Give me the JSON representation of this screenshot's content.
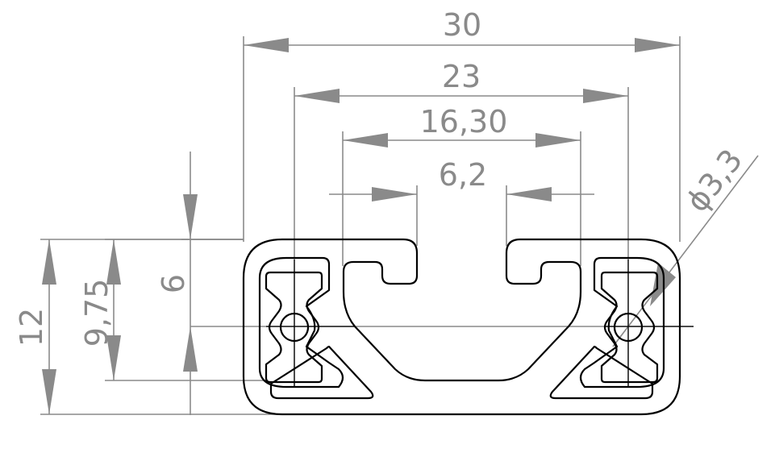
{
  "drawing": {
    "subject": "aluminium profile cross-section",
    "line_color": "#000000",
    "dimension_color": "#8a8a8a",
    "dimensions": {
      "overall_width": "30",
      "slot_center_width": "23",
      "inner_width": "16,30",
      "slot_opening": "6,2",
      "half_height": "6",
      "height_inner": "9,75",
      "overall_height": "12",
      "hole_diameter": "ϕ3,3"
    }
  }
}
